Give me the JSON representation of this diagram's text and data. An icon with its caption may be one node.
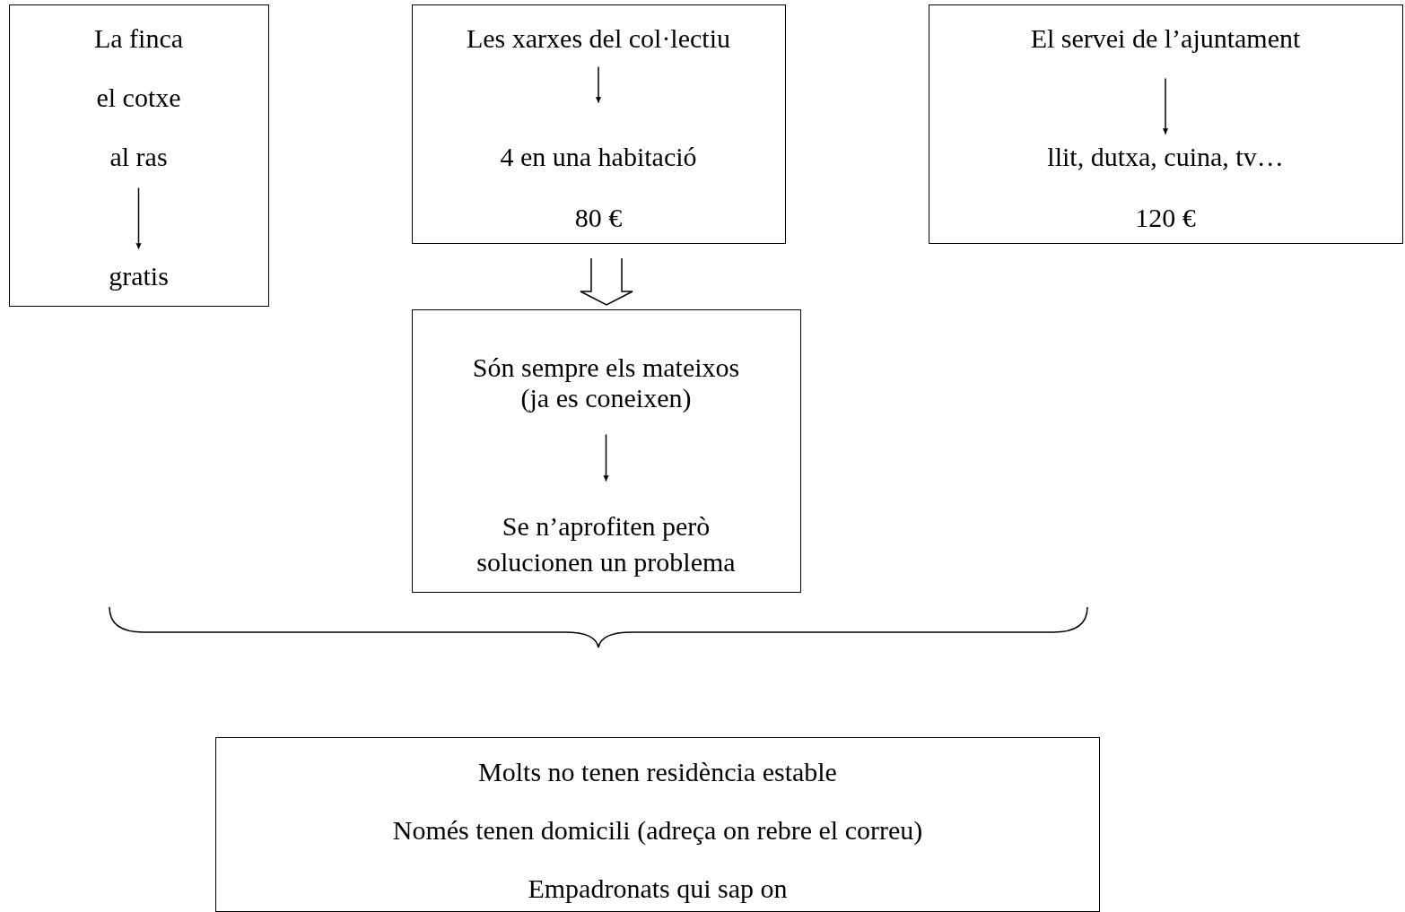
{
  "diagram": {
    "nodes": [
      {
        "text": [],
        "shape": "box"
      },
      {
        "text": [
          "La finca",
          "el cotxe",
          "al ras"
        ],
        "in": 0
      },
      {
        "text": [
          "gratis"
        ],
        "in": 0
      },
      {
        "text": [],
        "shape": "box"
      },
      {
        "text": [
          "Les xarxes del col·lectiu"
        ],
        "in": 3
      },
      {
        "text": [
          "4 en una habitació",
          "80 €"
        ],
        "in": 3
      },
      {
        "text": [],
        "shape": "box"
      },
      {
        "text": [
          "El servei de l’ajuntament"
        ],
        "in": 6
      },
      {
        "text": [
          "llit, dutxa, cuina, tv…",
          "120 €"
        ],
        "in": 6
      },
      {
        "text": [],
        "shape": "box"
      },
      {
        "text": [
          "Són sempre els mateixos (ja es coneixen)"
        ],
        "in": 9
      },
      {
        "text": [
          "Se n’aprofiten però solucionen un problema"
        ],
        "in": 9
      },
      {
        "text": [
          "Molts no tenen residència estable",
          "Només tenen domicili (adreça on rebre el correu)",
          "Empadronats qui sap on"
        ]
      }
    ],
    "edges": [
      {
        "from": 1,
        "to": 2,
        "arrow": "to"
      },
      {
        "from": 4,
        "to": 5,
        "arrow": "to"
      },
      {
        "from": 7,
        "to": 8,
        "arrow": "to"
      },
      {
        "from": 3,
        "to": 9,
        "arrow": "to",
        "style": "thick"
      },
      {
        "from": 10,
        "to": 11,
        "arrow": "to"
      }
    ]
  }
}
